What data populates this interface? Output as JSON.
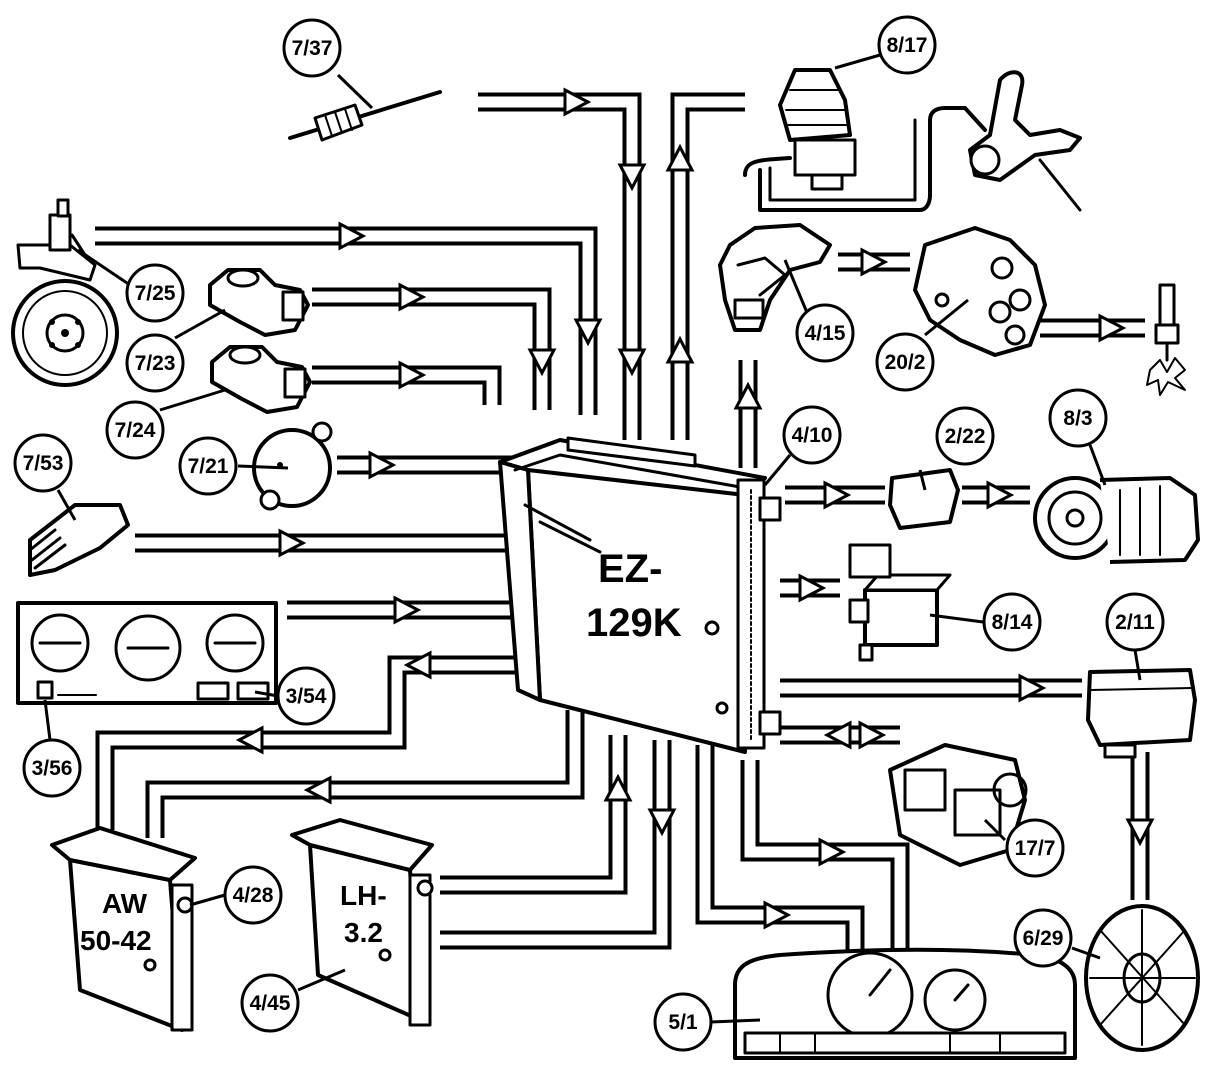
{
  "central_unit": {
    "line1": "EZ-",
    "line2": "129K"
  },
  "modules": {
    "aw": {
      "line1": "AW",
      "line2": "50-42"
    },
    "lh": {
      "line1": "LH-",
      "line2": "3.2"
    }
  },
  "callouts": {
    "c_7_37": "7/37",
    "c_8_17": "8/17",
    "c_7_25": "7/25",
    "c_7_23": "7/23",
    "c_7_24": "7/24",
    "c_7_21": "7/21",
    "c_7_53": "7/53",
    "c_4_15": "4/15",
    "c_20_2": "20/2",
    "c_4_10": "4/10",
    "c_2_22": "2/22",
    "c_8_3": "8/3",
    "c_8_14": "8/14",
    "c_2_11": "2/11",
    "c_3_54": "3/54",
    "c_3_56": "3/56",
    "c_4_28": "4/28",
    "c_4_45": "4/45",
    "c_17_7": "17/7",
    "c_6_29": "6/29",
    "c_5_1": "5/1"
  }
}
